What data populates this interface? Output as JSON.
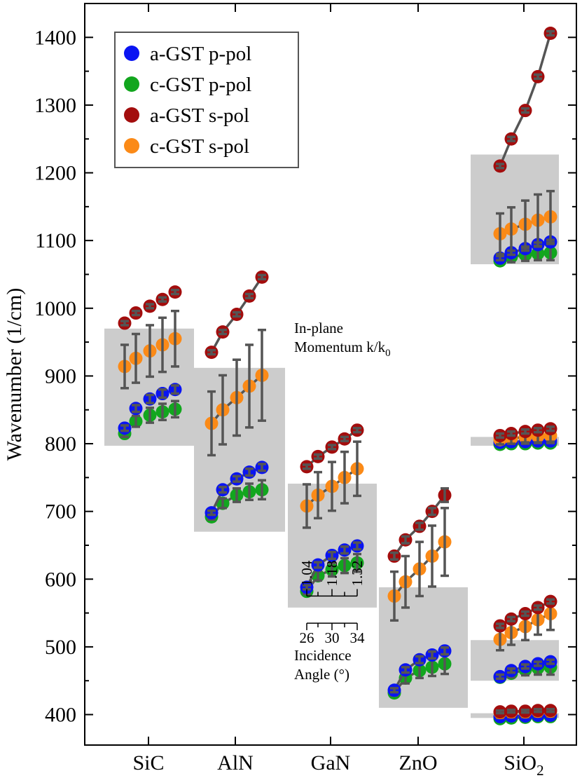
{
  "chart_data": {
    "type": "scatter",
    "ylabel": "Wavenumber (1/cm)",
    "ylim": [
      355,
      1450
    ],
    "yticks": [
      400,
      500,
      600,
      700,
      800,
      900,
      1000,
      1100,
      1200,
      1300,
      1400
    ],
    "categories": [
      "SiC",
      "AlN",
      "GaN",
      "ZnO",
      "SiO2"
    ],
    "category_labels": [
      {
        "text": "SiC"
      },
      {
        "text": "AlN"
      },
      {
        "text": "GaN"
      },
      {
        "text": "ZnO"
      },
      {
        "text": "SiO",
        "sub": "2"
      }
    ],
    "legend": {
      "position": "top-left",
      "entries": [
        {
          "label": "a-GST p-pol",
          "color": "#0a14f2"
        },
        {
          "label": "c-GST p-pol",
          "color": "#12a61e"
        },
        {
          "label": "a-GST s-pol",
          "color": "#a30d0d"
        },
        {
          "label": "c-GST s-pol",
          "color": "#fb8a17"
        }
      ]
    },
    "bands": [
      {
        "category": "SiC",
        "range": [
          797,
          970
        ]
      },
      {
        "category": "AlN",
        "range": [
          670,
          912
        ]
      },
      {
        "category": "GaN",
        "range": [
          558,
          741
        ]
      },
      {
        "category": "ZnO",
        "range": [
          410,
          588
        ]
      },
      {
        "category": "SiO2",
        "range": [
          1155,
          1227
        ]
      },
      {
        "category": "SiO2",
        "range": [
          1065,
          1158
        ]
      },
      {
        "category": "SiO2",
        "range": [
          797,
          810
        ]
      },
      {
        "category": "SiO2",
        "range": [
          450,
          510
        ]
      },
      {
        "category": "SiO2",
        "range": [
          395,
          402
        ]
      }
    ],
    "series": [
      {
        "name": "a-GST s-pol",
        "category": "SiC",
        "x_offset": [
          -0.85,
          -0.45,
          0.05,
          0.5,
          0.95
        ],
        "values": [
          978,
          993,
          1003,
          1013,
          1024
        ],
        "err": [
          3,
          3,
          3,
          3,
          3
        ],
        "line": false
      },
      {
        "name": "c-GST s-pol",
        "category": "SiC",
        "x_offset": [
          -0.85,
          -0.45,
          0.05,
          0.5,
          0.95
        ],
        "values": [
          914,
          926,
          937,
          946,
          955
        ],
        "err": [
          32,
          36,
          38,
          40,
          41
        ],
        "line": false
      },
      {
        "name": "a-GST p-pol",
        "category": "SiC",
        "x_offset": [
          -0.85,
          -0.45,
          0.05,
          0.5,
          0.95
        ],
        "values": [
          823,
          852,
          866,
          874,
          880
        ],
        "err": [
          4,
          5,
          6,
          6,
          6
        ],
        "line": false
      },
      {
        "name": "c-GST p-pol",
        "category": "SiC",
        "x_offset": [
          -0.85,
          -0.45,
          0.05,
          0.5,
          0.95
        ],
        "values": [
          815,
          833,
          842,
          847,
          851
        ],
        "err": [
          5,
          8,
          11,
          12,
          12
        ],
        "line": false
      },
      {
        "name": "a-GST s-pol",
        "category": "AlN",
        "x_offset": [
          -0.85,
          -0.45,
          0.05,
          0.5,
          0.95
        ],
        "values": [
          935,
          965,
          991,
          1018,
          1046
        ],
        "err": [
          3,
          3,
          3,
          3,
          3
        ],
        "line": true
      },
      {
        "name": "c-GST s-pol",
        "category": "AlN",
        "x_offset": [
          -0.85,
          -0.45,
          0.05,
          0.5,
          0.95
        ],
        "values": [
          830,
          850,
          868,
          885,
          901
        ],
        "err": [
          47,
          51,
          56,
          61,
          67
        ],
        "line": true
      },
      {
        "name": "a-GST p-pol",
        "category": "AlN",
        "x_offset": [
          -0.85,
          -0.45,
          0.05,
          0.5,
          0.95
        ],
        "values": [
          698,
          732,
          748,
          758,
          765
        ],
        "err": [
          3,
          4,
          4,
          5,
          5
        ],
        "line": true
      },
      {
        "name": "c-GST p-pol",
        "category": "AlN",
        "x_offset": [
          -0.85,
          -0.45,
          0.05,
          0.5,
          0.95
        ],
        "values": [
          692,
          712,
          724,
          729,
          732
        ],
        "err": [
          4,
          7,
          10,
          12,
          14
        ],
        "line": true
      },
      {
        "name": "a-GST s-pol",
        "category": "GaN",
        "x_offset": [
          -0.85,
          -0.45,
          0.05,
          0.5,
          0.95
        ],
        "values": [
          766,
          781,
          795,
          807,
          820
        ],
        "err": [
          3,
          3,
          3,
          3,
          3
        ],
        "line": true
      },
      {
        "name": "c-GST s-pol",
        "category": "GaN",
        "x_offset": [
          -0.85,
          -0.45,
          0.05,
          0.5,
          0.95
        ],
        "values": [
          708,
          724,
          737,
          750,
          763
        ],
        "err": [
          32,
          34,
          36,
          38,
          40
        ],
        "line": true
      },
      {
        "name": "a-GST p-pol",
        "category": "GaN",
        "x_offset": [
          -0.85,
          -0.45,
          0.05,
          0.5,
          0.95
        ],
        "values": [
          588,
          621,
          635,
          643,
          649
        ],
        "err": [
          3,
          4,
          5,
          5,
          5
        ],
        "line": true
      },
      {
        "name": "c-GST p-pol",
        "category": "GaN",
        "x_offset": [
          -0.85,
          -0.45,
          0.05,
          0.5,
          0.95
        ],
        "values": [
          582,
          605,
          614,
          620,
          624
        ],
        "err": [
          4,
          7,
          10,
          11,
          13
        ],
        "line": true
      },
      {
        "name": "a-GST s-pol",
        "category": "ZnO",
        "x_offset": [
          -0.85,
          -0.45,
          0.05,
          0.5,
          0.95
        ],
        "values": [
          634,
          658,
          678,
          700,
          724
        ],
        "err": [
          5,
          5,
          5,
          5,
          10
        ],
        "line": true
      },
      {
        "name": "c-GST s-pol",
        "category": "ZnO",
        "x_offset": [
          -0.85,
          -0.45,
          0.05,
          0.5,
          0.95
        ],
        "values": [
          575,
          596,
          615,
          634,
          655
        ],
        "err": [
          36,
          38,
          40,
          45,
          50
        ],
        "line": true
      },
      {
        "name": "a-GST p-pol",
        "category": "ZnO",
        "x_offset": [
          -0.85,
          -0.45,
          0.05,
          0.5,
          0.95
        ],
        "values": [
          436,
          466,
          481,
          488,
          494
        ],
        "err": [
          3,
          4,
          5,
          5,
          5
        ],
        "line": true
      },
      {
        "name": "c-GST p-pol",
        "category": "ZnO",
        "x_offset": [
          -0.85,
          -0.45,
          0.05,
          0.5,
          0.95
        ],
        "values": [
          432,
          454,
          465,
          470,
          475
        ],
        "err": [
          4,
          8,
          11,
          13,
          15
        ],
        "line": true
      },
      {
        "name": "a-GST s-pol",
        "category": "SiO2",
        "x_offset": [
          -0.85,
          -0.45,
          0.05,
          0.5,
          0.95
        ],
        "values": [
          1210,
          1250,
          1292,
          1342,
          1406
        ],
        "err": [
          3,
          3,
          3,
          3,
          3
        ],
        "line": true
      },
      {
        "name": "c-GST s-pol",
        "category": "SiO2",
        "x_offset": [
          -0.85,
          -0.45,
          0.05,
          0.5,
          0.95
        ],
        "values": [
          1110,
          1117,
          1124,
          1130,
          1135
        ],
        "err": [
          30,
          32,
          35,
          38,
          38
        ],
        "line": true
      },
      {
        "name": "a-GST p-pol",
        "category": "SiO2",
        "x_offset": [
          -0.85,
          -0.45,
          0.05,
          0.5,
          0.95
        ],
        "values": [
          1074,
          1082,
          1088,
          1094,
          1098
        ],
        "err": [
          3,
          3,
          3,
          3,
          3
        ],
        "line": true
      },
      {
        "name": "c-GST p-pol",
        "category": "SiO2",
        "x_offset": [
          -0.85,
          -0.45,
          0.05,
          0.5,
          0.95
        ],
        "values": [
          1070,
          1076,
          1079,
          1081,
          1082
        ],
        "err": [
          3,
          8,
          9,
          10,
          11
        ],
        "line": true
      },
      {
        "name": "a-GST s-pol",
        "category": "SiO2",
        "x_offset": [
          -0.85,
          -0.45,
          0.05,
          0.5,
          0.95
        ],
        "values": [
          812,
          815,
          818,
          820,
          822
        ],
        "err": [
          3,
          3,
          3,
          3,
          3
        ],
        "line": true
      },
      {
        "name": "c-GST s-pol",
        "category": "SiO2",
        "x_offset": [
          -0.85,
          -0.45,
          0.05,
          0.5,
          0.95
        ],
        "values": [
          806,
          808,
          810,
          811,
          812
        ],
        "err": [
          7,
          8,
          8,
          9,
          9
        ],
        "line": true
      },
      {
        "name": "a-GST p-pol",
        "category": "SiO2",
        "x_offset": [
          -0.85,
          -0.45,
          0.05,
          0.5,
          0.95
        ],
        "values": [
          802,
          803,
          803,
          804,
          804
        ],
        "err": [
          3,
          3,
          3,
          3,
          3
        ],
        "line": true
      },
      {
        "name": "c-GST p-pol",
        "category": "SiO2",
        "x_offset": [
          -0.85,
          -0.45,
          0.05,
          0.5,
          0.95
        ],
        "values": [
          799,
          800,
          800,
          801,
          801
        ],
        "err": [
          3,
          3,
          3,
          3,
          3
        ],
        "line": true
      },
      {
        "name": "a-GST s-pol",
        "category": "SiO2",
        "x_offset": [
          -0.85,
          -0.45,
          0.05,
          0.5,
          0.95
        ],
        "values": [
          531,
          541,
          549,
          558,
          567
        ],
        "err": [
          3,
          3,
          3,
          3,
          3
        ],
        "line": true
      },
      {
        "name": "c-GST s-pol",
        "category": "SiO2",
        "x_offset": [
          -0.85,
          -0.45,
          0.05,
          0.5,
          0.95
        ],
        "values": [
          511,
          521,
          530,
          540,
          549
        ],
        "err": [
          16,
          18,
          20,
          22,
          24
        ],
        "line": true
      },
      {
        "name": "a-GST p-pol",
        "category": "SiO2",
        "x_offset": [
          -0.85,
          -0.45,
          0.05,
          0.5,
          0.95
        ],
        "values": [
          456,
          465,
          471,
          475,
          478
        ],
        "err": [
          3,
          3,
          3,
          3,
          3
        ],
        "line": true
      },
      {
        "name": "c-GST p-pol",
        "category": "SiO2",
        "x_offset": [
          -0.85,
          -0.45,
          0.05,
          0.5,
          0.95
        ],
        "values": [
          455,
          461,
          466,
          469,
          470
        ],
        "err": [
          3,
          6,
          8,
          10,
          11
        ],
        "line": true
      },
      {
        "name": "a-GST s-pol",
        "category": "SiO2",
        "x_offset": [
          -0.85,
          -0.45,
          0.05,
          0.5,
          0.95
        ],
        "values": [
          404,
          405,
          405,
          406,
          406
        ],
        "err": [
          2,
          2,
          2,
          2,
          2
        ],
        "line": true
      },
      {
        "name": "c-GST s-pol",
        "category": "SiO2",
        "x_offset": [
          -0.85,
          -0.45,
          0.05,
          0.5,
          0.95
        ],
        "values": [
          403,
          404,
          404,
          405,
          405
        ],
        "err": [
          4,
          4,
          4,
          4,
          4
        ],
        "line": true
      },
      {
        "name": "a-GST p-pol",
        "category": "SiO2",
        "x_offset": [
          -0.85,
          -0.45,
          0.05,
          0.5,
          0.95
        ],
        "values": [
          397,
          398,
          398,
          399,
          399
        ],
        "err": [
          2,
          2,
          2,
          2,
          2
        ],
        "line": true
      },
      {
        "name": "c-GST p-pol",
        "category": "SiO2",
        "x_offset": [
          -0.85,
          -0.45,
          0.05,
          0.5,
          0.95
        ],
        "values": [
          394,
          395,
          396,
          397,
          397
        ],
        "err": [
          2,
          2,
          2,
          2,
          2
        ],
        "line": true
      }
    ],
    "inset_scales": {
      "momentum": {
        "title_lines": [
          "In-plane",
          "Momentum k/k"
        ],
        "title_sub": "0",
        "ticks": [
          "1.04",
          "1.18",
          "1.32"
        ],
        "tick_offsets": [
          -0.85,
          0.05,
          0.95
        ],
        "minor_offsets": [
          -0.45,
          0.5
        ],
        "value": 575
      },
      "angle": {
        "title_lines": [
          "Incidence",
          "Angle (°)"
        ],
        "ticks": [
          "26",
          "30",
          "34"
        ],
        "tick_offsets": [
          -0.85,
          0.05,
          0.95
        ],
        "minor_offsets": [
          -0.45,
          0.5
        ],
        "value": 535
      }
    }
  }
}
